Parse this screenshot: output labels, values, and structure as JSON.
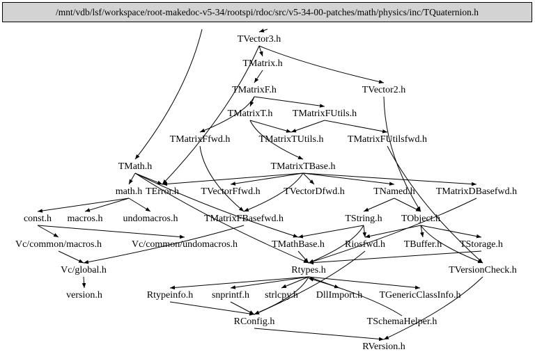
{
  "root": "/mnt/vdb/lsf/workspace/root-makedoc-v5-34/rootspi/rdoc/src/v5-34-00-patches/math/physics/inc/TQuaternion.h",
  "nodes": {
    "tvector3": "TVector3.h",
    "tmatrix": "TMatrix.h",
    "tmatrixf": "TMatrixF.h",
    "tvector2": "TVector2.h",
    "tmatrixt": "TMatrixT.h",
    "tmatrixfutils": "TMatrixFUtils.h",
    "tmatrixffwd": "TMatrixFfwd.h",
    "tmatrixtutils": "TMatrixTUtils.h",
    "tmatrixfutilsfwd": "TMatrixFUtilsfwd.h",
    "tmath": "TMath.h",
    "tmatrixtbase": "TMatrixTBase.h",
    "math": "math.h",
    "terror": "TError.h",
    "tvectorffwd": "TVectorFfwd.h",
    "tvectordfwd": "TVectorDfwd.h",
    "tnamed": "TNamed.h",
    "tmatrixdbasefwd": "TMatrixDBasefwd.h",
    "const": "const.h",
    "macros": "macros.h",
    "undomacros": "undomacros.h",
    "tmatrixfbasefwd": "TMatrixFBasefwd.h",
    "tstring": "TString.h",
    "tobject": "TObject.h",
    "vcmacros": "Vc/common/macros.h",
    "vcundomacros": "Vc/common/undomacros.h",
    "tmathbase": "TMathBase.h",
    "riosfwd": "Riosfwd.h",
    "tbuffer": "TBuffer.h",
    "tstorage": "TStorage.h",
    "vcglobal": "Vc/global.h",
    "rtypes": "Rtypes.h",
    "tversioncheck": "TVersionCheck.h",
    "version": "version.h",
    "rtypeinfo": "Rtypeinfo.h",
    "snprintf": "snprintf.h",
    "strlcpy": "strlcpy.h",
    "dllimport": "DllImport.h",
    "tgenericclassinfo": "TGenericClassInfo.h",
    "rconfig": "RConfig.h",
    "tschemahelper": "TSchemaHelper.h",
    "rversion": "RVersion.h"
  },
  "edges": [
    [
      "root",
      "tvector3"
    ],
    [
      "root",
      "tmath"
    ],
    [
      "tvector3",
      "tmatrix"
    ],
    [
      "tvector3",
      "tvector2"
    ],
    [
      "tvector3",
      "terror"
    ],
    [
      "tmatrix",
      "tmatrixf"
    ],
    [
      "tmatrixf",
      "tmatrixt"
    ],
    [
      "tmatrixf",
      "tmatrixfutils"
    ],
    [
      "tmatrixf",
      "tmatrixffwd"
    ],
    [
      "tmatrixt",
      "tmatrixtutils"
    ],
    [
      "tmatrixt",
      "tmatrixtbase"
    ],
    [
      "tmatrixfutils",
      "tmatrixtutils"
    ],
    [
      "tmatrixfutils",
      "tmatrixfutilsfwd"
    ],
    [
      "tvector2",
      "tobject"
    ],
    [
      "tmatrixffwd",
      "tmatrixfbasefwd"
    ],
    [
      "tmatrixfutilsfwd",
      "tversioncheck"
    ],
    [
      "tmatrixtbase",
      "terror"
    ],
    [
      "tmatrixtbase",
      "tvectorffwd"
    ],
    [
      "tmatrixtbase",
      "tvectordfwd"
    ],
    [
      "tmatrixtbase",
      "tnamed"
    ],
    [
      "tmatrixtbase",
      "tmatrixdbasefwd"
    ],
    [
      "tmatrixtbase",
      "tmatrixfbasefwd"
    ],
    [
      "tmath",
      "math"
    ],
    [
      "tmath",
      "terror"
    ],
    [
      "tmath",
      "tmathbase"
    ],
    [
      "tmath",
      "rtypes"
    ],
    [
      "math",
      "const"
    ],
    [
      "math",
      "macros"
    ],
    [
      "math",
      "undomacros"
    ],
    [
      "const",
      "vcmacros"
    ],
    [
      "const",
      "vcundomacros"
    ],
    [
      "vcmacros",
      "vcglobal"
    ],
    [
      "vcglobal",
      "version"
    ],
    [
      "tmatrixfbasefwd",
      "vcglobal"
    ],
    [
      "tnamed",
      "tstring"
    ],
    [
      "tnamed",
      "tobject"
    ],
    [
      "tstring",
      "tmathbase"
    ],
    [
      "tstring",
      "riosfwd"
    ],
    [
      "tstring",
      "rtypes"
    ],
    [
      "tobject",
      "riosfwd"
    ],
    [
      "tobject",
      "tbuffer"
    ],
    [
      "tobject",
      "tstorage"
    ],
    [
      "tobject",
      "tversioncheck"
    ],
    [
      "tmathbase",
      "rtypes"
    ],
    [
      "tstorage",
      "rtypes"
    ],
    [
      "tmatrixdbasefwd",
      "rtypes"
    ],
    [
      "tversioncheck",
      "rversion"
    ],
    [
      "rtypes",
      "rtypeinfo"
    ],
    [
      "rtypes",
      "snprintf"
    ],
    [
      "rtypes",
      "strlcpy"
    ],
    [
      "rtypes",
      "dllimport"
    ],
    [
      "rtypes",
      "tgenericclassinfo"
    ],
    [
      "rtypes",
      "rconfig"
    ],
    [
      "rtypeinfo",
      "rconfig"
    ],
    [
      "snprintf",
      "rconfig"
    ],
    [
      "strlcpy",
      "rconfig"
    ],
    [
      "riosfwd",
      "rconfig"
    ],
    [
      "tschemahelper",
      "rtypes"
    ],
    [
      "rconfig",
      "rversion"
    ]
  ]
}
